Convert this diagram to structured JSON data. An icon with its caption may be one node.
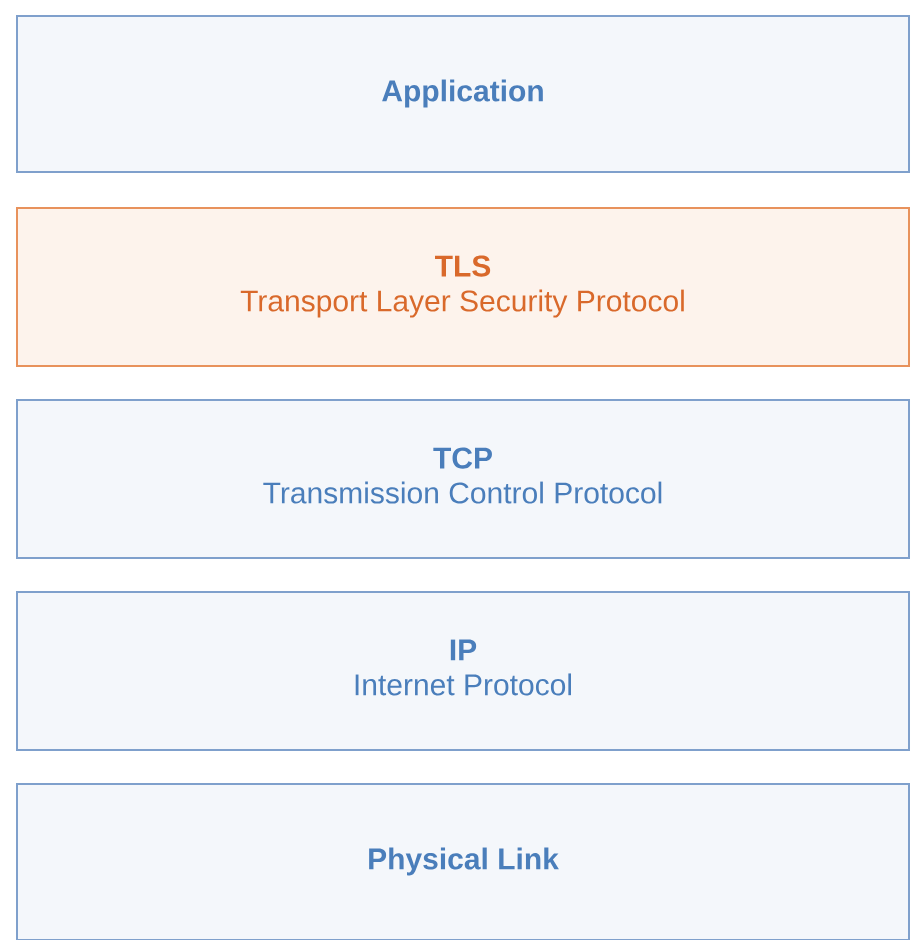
{
  "diagram": {
    "nodes": [
      {
        "text": [
          "Application"
        ]
      },
      {
        "text": [
          "TLS",
          "Transport Layer Security Protocol"
        ]
      },
      {
        "text": [
          "TCP",
          "Transmission Control Protocol"
        ]
      },
      {
        "text": [
          "IP",
          "Internet Protocol"
        ]
      },
      {
        "text": [
          "Physical Link"
        ]
      }
    ]
  }
}
